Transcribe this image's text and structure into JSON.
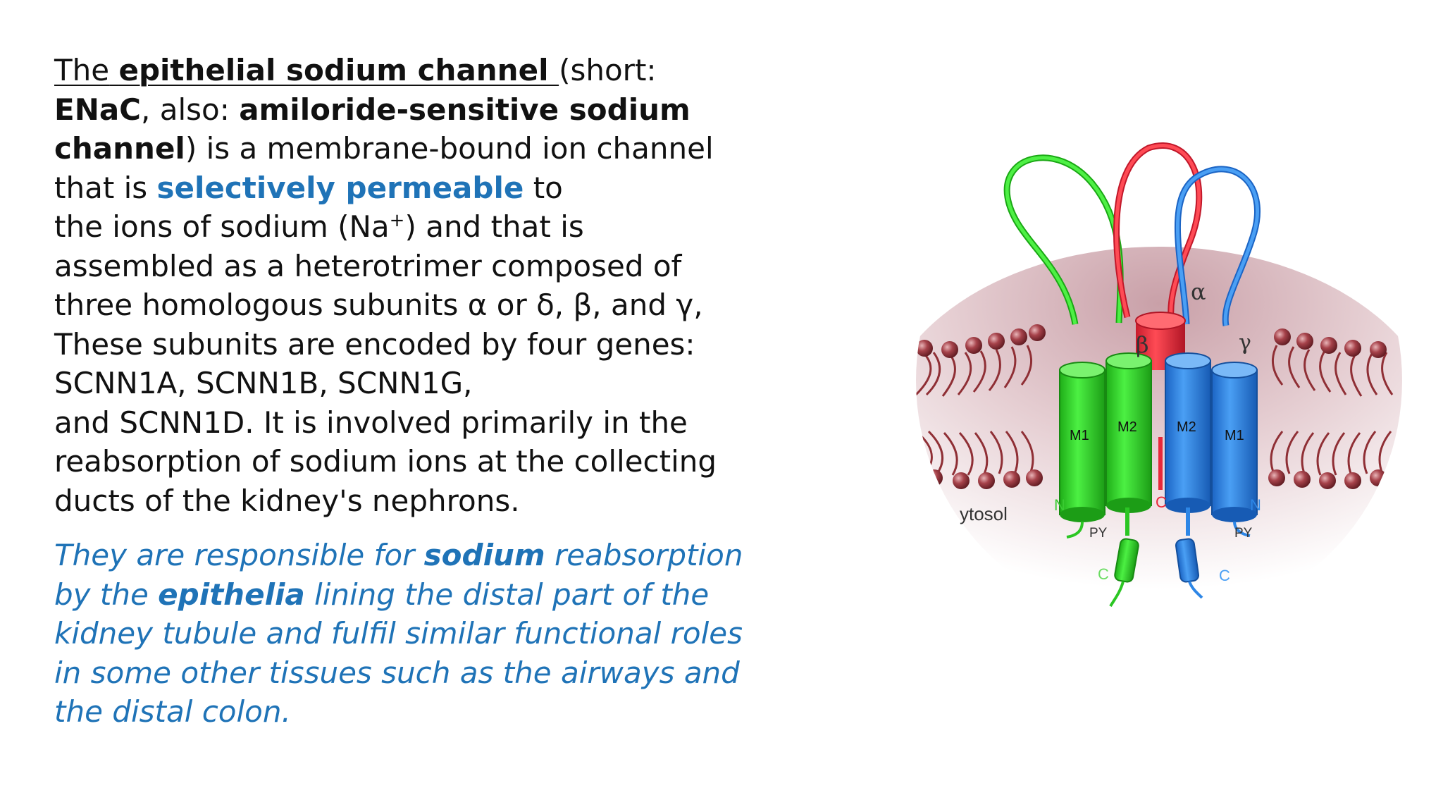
{
  "paragraph1": {
    "t_the": "The",
    "t_term": "epithelial sodium channel ",
    "t_short": "(short: ",
    "t_enac": "ENaC",
    "t_also": ", also: ",
    "t_amil": "amiloride-sensitive sodium channel",
    "t_is": ") is a membrane-bound ion channel that is ",
    "t_selective": "selectively permeable",
    "t_to": " to",
    "t_ions": "the ions of sodium (Na",
    "t_plus": "+",
    "t_rest1": ") and that is assembled as a heterotrimer composed of three homologous subunits α or δ, β, and γ, These subunits are encoded by four genes: SCNN1A, SCNN1B, SCNN1G,",
    "t_rest2": "and SCNN1D. It is involved primarily in the reabsorption of sodium ions at the collecting ducts of the kidney's nephrons."
  },
  "paragraph2": {
    "t1": "They are responsible for ",
    "t_sodium": "sodium",
    "t2": " reabsorption by the ",
    "t_epithelia": "epithelia",
    "t3": " lining the distal part of the kidney tubule and fulfil similar functional roles in some other tissues such as the airways and the distal colon."
  },
  "figure": {
    "alpha": "α",
    "beta": "β",
    "gamma": "γ",
    "m1_left": "M1",
    "m2_left": "M2",
    "m2_right": "M2",
    "m1_right": "M1",
    "n_left": "N",
    "n_right": "N",
    "c_center": "C",
    "py_left": "PY",
    "py_right": "PY",
    "c_left": "C",
    "c_right": "C",
    "cytosol": "ytosol"
  },
  "colors": {
    "text": "#111111",
    "accent_blue": "#1f73b7",
    "alpha_red": "#e8283a",
    "beta_green": "#33dd2a",
    "gamma_blue": "#2d86e6",
    "lipid": "#8f2f35"
  }
}
